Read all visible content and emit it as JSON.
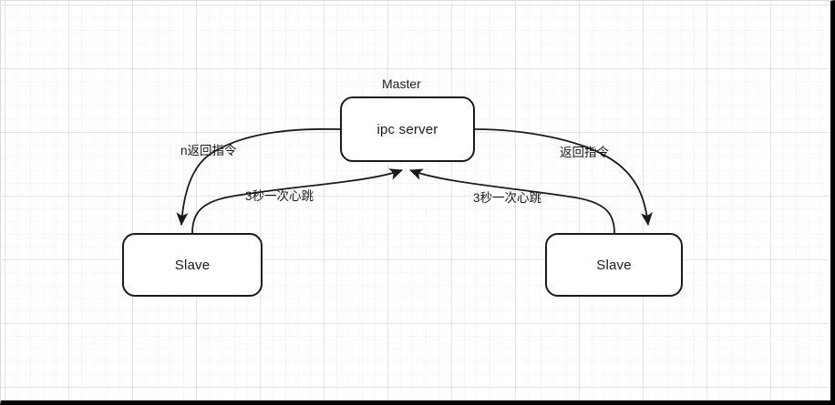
{
  "diagram": {
    "title_caption": "Master",
    "nodes": [
      {
        "id": "master",
        "label": "ipc server",
        "caption": "Master"
      },
      {
        "id": "slave-left",
        "label": "Slave"
      },
      {
        "id": "slave-right",
        "label": "Slave"
      }
    ],
    "edges": [
      {
        "id": "return-left",
        "label": "n返回指令",
        "from": "master",
        "to": "slave-left"
      },
      {
        "id": "return-right",
        "label": "返回指令",
        "from": "master",
        "to": "slave-right"
      },
      {
        "id": "heartbeat-left",
        "label": "3秒一次心跳",
        "from": "slave-left",
        "to": "master"
      },
      {
        "id": "heartbeat-right",
        "label": "3秒一次心跳",
        "from": "slave-right",
        "to": "master"
      }
    ],
    "colors": {
      "stroke": "#1a1a1a",
      "node_fill": "#ffffff",
      "grid_minor": "#cdd2da",
      "grid_major": "#b4bac4",
      "border": "#000000"
    }
  }
}
